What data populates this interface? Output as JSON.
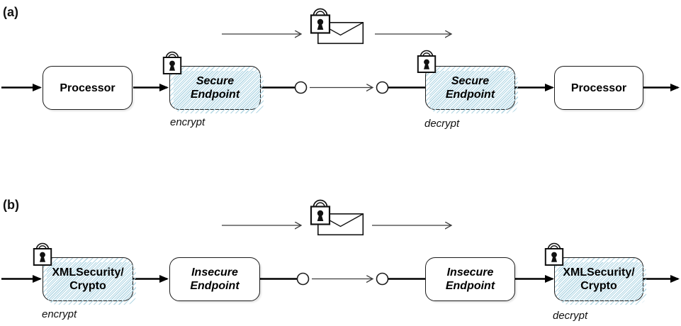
{
  "figure": {
    "colors": {
      "hatch_line": "#b2d7e4",
      "box_border": "#1c1c1c",
      "thin_line": "#3c3c3c",
      "thick_line": "#000000"
    },
    "panel_a": {
      "label": "(a)",
      "boxes": [
        {
          "id": "processor-in",
          "text": "Processor",
          "style": "plain"
        },
        {
          "id": "secure-endpoint-encrypt",
          "text": "Secure\nEndpoint",
          "style": "hatched"
        },
        {
          "id": "secure-endpoint-decrypt",
          "text": "Secure\nEndpoint",
          "style": "hatched"
        },
        {
          "id": "processor-out",
          "text": "Processor",
          "style": "plain"
        }
      ],
      "annotations": {
        "encrypt": "encrypt",
        "decrypt": "decrypt"
      }
    },
    "panel_b": {
      "label": "(b)",
      "boxes": [
        {
          "id": "xmlsecurity-crypto-encrypt",
          "text": "XMLSecurity/\nCrypto",
          "style": "hatched"
        },
        {
          "id": "insecure-endpoint-in",
          "text": "Insecure\nEndpoint",
          "style": "plain"
        },
        {
          "id": "insecure-endpoint-out",
          "text": "Insecure\nEndpoint",
          "style": "plain"
        },
        {
          "id": "xmlsecurity-crypto-decrypt",
          "text": "XMLSecurity/\nCrypto",
          "style": "hatched"
        }
      ],
      "annotations": {
        "encrypt": "encrypt",
        "decrypt": "decrypt"
      }
    }
  }
}
